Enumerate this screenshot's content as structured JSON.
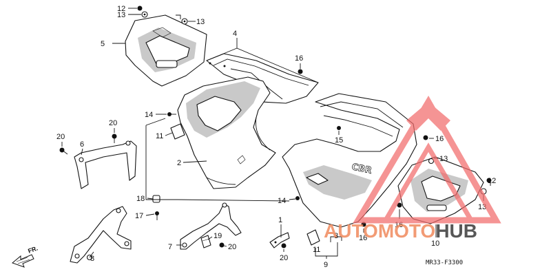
{
  "diagram": {
    "callouts": [
      "12",
      "13",
      "13",
      "5",
      "4",
      "16",
      "14",
      "11",
      "2",
      "20",
      "20",
      "6",
      "15",
      "16",
      "13",
      "12",
      "13",
      "18",
      "17",
      "14",
      "1",
      "19",
      "20",
      "7",
      "8",
      "20",
      "16",
      "16",
      "10",
      "3",
      "11",
      "9"
    ],
    "code": "MR33-F3300",
    "direction": "FR."
  },
  "watermark": {
    "part1": "AUTO",
    "part2": "MOTO",
    "part3": "HUB",
    "color_primary": "#f08a5d",
    "color_secondary": "#3a3a3a",
    "color_triangle": "#f26b6b"
  }
}
